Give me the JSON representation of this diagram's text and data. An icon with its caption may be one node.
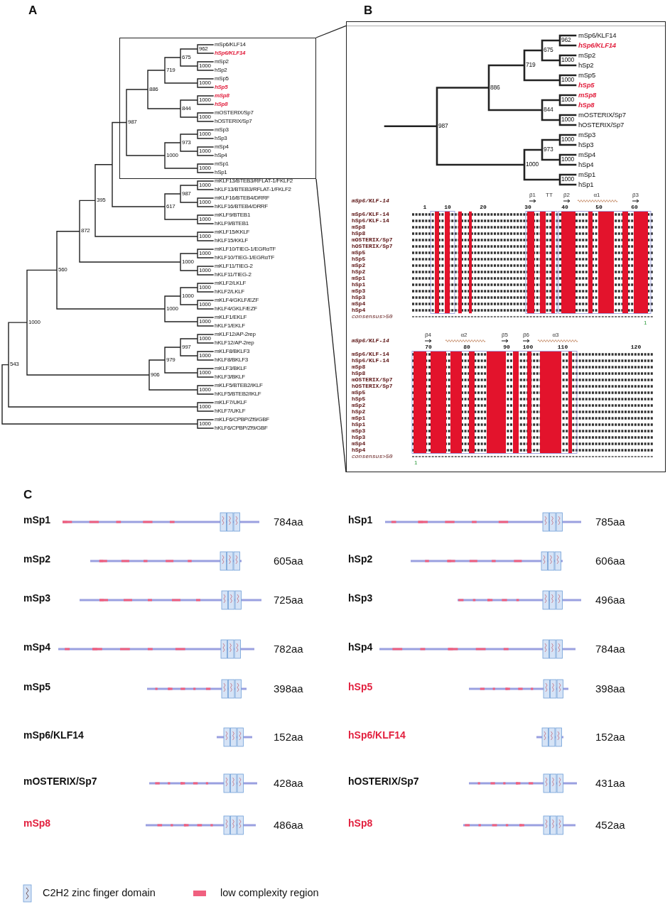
{
  "diagram": {
    "nodes": [
      {
        "text": [],
        "shape": "box"
      },
      {
        "text": [],
        "shape": "box"
      }
    ],
    "edges": [
      {
        "from": 0,
        "to": 1,
        "arrow": "none"
      },
      {
        "from": 0,
        "to": 1,
        "arrow": "none"
      }
    ],
    "labels": [
      "A",
      "mSp6/KLF14",
      "962",
      "hSp6/KLF14",
      "675",
      "mSp2",
      "1000",
      "719",
      "hSp2",
      "mSp5",
      "1000",
      "886",
      "hSp5",
      "mSp8",
      "1000",
      "hSp8",
      "844",
      "mOSTERIX/Sp7",
      "1000",
      "987",
      "hOSTERIX/Sp7",
      "mSp3",
      "1000",
      "hSp3",
      "973",
      "mSp4",
      "1000",
      "1000",
      "hSp4",
      "mSp1",
      "1000",
      "hSp1",
      "mKLF13/BTEB3/RFLAT-1/FKLF2",
      "1000",
      "hKLF13/BTEB3/RFLAT-1/FKLF2",
      "987",
      "395",
      "mKLF16/BTEB4/DRRF",
      "1000",
      "617",
      "hKLF16/BTEB4/DRRF",
      "mKLF9/BTEB1",
      "1000",
      "hKLF9/BTEB1",
      "872",
      "mKLF15/KKLF",
      "1000",
      "hKLF15/KKLF",
      "mKLF10/TIEG-1/EGRαTF",
      "1000",
      "hKLF10/TIEG-1/EGRαTF",
      "1000",
      "mKLF11/TIEG-2",
      "560",
      "1000",
      "hKLF11/TIEG-2",
      "mKLF2/LKLF",
      "1000",
      "hKLF2/LKLF",
      "1000",
      "mKLF4/GKLF/EZF",
      "1000",
      "1000",
      "hKLF4/GKLF/EZF",
      "mKLF1/EKLF",
      "1000",
      "1000",
      "hKLF1/EKLF",
      "mKLF12/AP-2rep",
      "1000",
      "hKLF12/AP-2rep",
      "997",
      "mKLF8/BKLF3",
      "1000",
      "979",
      "hKLF8/BKLF3",
      "543",
      "mKLF3/BKLF",
      "906",
      "1000",
      "hKLF3/BKLF",
      "mKLF5/BTEB2/IKLF",
      "1000",
      "hKLF5/BTEB2/IKLF",
      "mKLF7/UKLF",
      "1000",
      "hKLF7/UKLF",
      "mKLF6/CPBP/Zf9/GBF",
      "1000",
      "hKLF6/CPBP/Zf9/GBF",
      "B",
      "mSp6/KLF14",
      "962",
      "hSp6/KLF14",
      "675",
      "mSp2",
      "1000",
      "719",
      "hSp2",
      "mSp5",
      "1000",
      "886",
      "hSp5",
      "mSp8",
      "1000",
      "hSp8",
      "844",
      "mOSTERIX/Sp7",
      "1000",
      "987",
      "hOSTERIX/Sp7",
      "mSp3",
      "1000",
      "hSp3",
      "973",
      "mSp4",
      "1000",
      "1000",
      "hSp4",
      "mSp1",
      "1000",
      "hSp1",
      "β1",
      "TT",
      "β2",
      "α1",
      "β3",
      "mSp6/KLF-14",
      "1",
      "10",
      "20",
      "30",
      "40",
      "50",
      "60",
      "mSp6/KLF-14",
      "hSp6/KLF-14",
      "mSp8",
      "hSp8",
      "mOSTERIX/Sp7",
      "hOSTERIX/Sp7",
      "mSp5",
      "hSp5",
      "mSp2",
      "hSp2",
      "mSp1",
      "hSp1",
      "mSp3",
      "hSp3",
      "mSp4",
      "hSp4",
      "consensus>50",
      "1",
      "β4",
      "α2",
      "β5",
      "β6",
      "α3",
      "mSp6/KLF-14",
      "70",
      "80",
      "90",
      "100",
      "110",
      "120",
      "mSp6/KLF-14",
      "hSp6/KLF-14",
      "mSp8",
      "hSp8",
      "mOSTERIX/Sp7",
      "hOSTERIX/Sp7",
      "mSp5",
      "hSp5",
      "mSp2",
      "hSp2",
      "mSp1",
      "hSp1",
      "mSp3",
      "hSp3",
      "mSp4",
      "hSp4",
      "consensus>50",
      "1",
      "C",
      "mSp1",
      "784aa",
      "hSp1",
      "785aa",
      "mSp2",
      "605aa",
      "hSp2",
      "606aa",
      "mSp3",
      "725aa",
      "hSp3",
      "496aa",
      "mSp4",
      "782aa",
      "hSp4",
      "784aa",
      "mSp5",
      "398aa",
      "hSp5",
      "398aa",
      "mSp6/KLF14",
      "152aa",
      "hSp6/KLF14",
      "152aa",
      "mOSTERIX/Sp7",
      "428aa",
      "hOSTERIX/Sp7",
      "431aa",
      "mSp8",
      "486aa",
      "hSp8",
      "452aa"
    ],
    "legend": [
      {
        "text": "C2H2 zinc finger domain"
      },
      {
        "text": "low complexity region",
        "color": "#f0607f"
      }
    ]
  }
}
